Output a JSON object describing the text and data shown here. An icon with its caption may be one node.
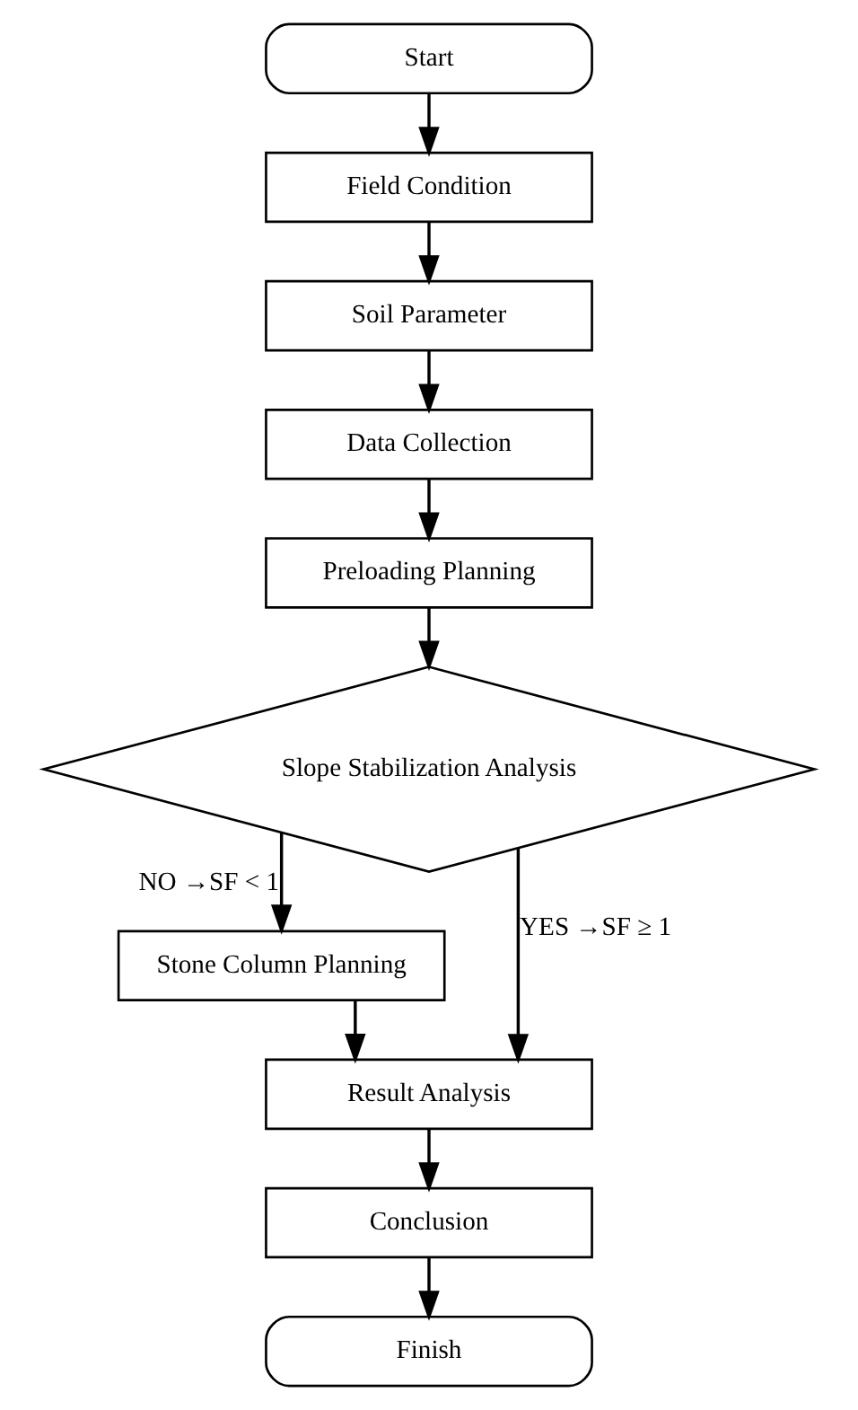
{
  "diagram": {
    "nodes": [
      {
        "text": [
          "Start"
        ]
      },
      {
        "text": [
          "Field Condition"
        ]
      },
      {
        "text": [
          "Soil Parameter"
        ]
      },
      {
        "text": [
          "Data Collection"
        ]
      },
      {
        "text": [
          "Preloading Planning"
        ]
      },
      {
        "text": [
          "Slope Stabilization Analysis"
        ]
      },
      {
        "text": [
          "Stone Column Planning"
        ]
      },
      {
        "text": [
          "Result Analysis"
        ]
      },
      {
        "text": [
          "Conclusion"
        ]
      },
      {
        "text": [
          "Finish"
        ]
      }
    ],
    "edges": [
      {
        "from": 0,
        "to": 1,
        "arrow": "to"
      },
      {
        "from": 1,
        "to": 2,
        "arrow": "to"
      },
      {
        "from": 2,
        "to": 3,
        "arrow": "to"
      },
      {
        "from": 3,
        "to": 4,
        "arrow": "to"
      },
      {
        "from": 4,
        "to": 5,
        "arrow": "to"
      },
      {
        "from": 5,
        "to": 6,
        "arrow": "to",
        "label": "NO →SF < 1"
      },
      {
        "from": 6,
        "to": 7,
        "arrow": "to"
      },
      {
        "from": 5,
        "to": 7,
        "arrow": "to",
        "label": "YES →SF ≥ 1"
      },
      {
        "from": 7,
        "to": 8,
        "arrow": "to"
      },
      {
        "from": 8,
        "to": 9,
        "arrow": "to"
      }
    ]
  }
}
